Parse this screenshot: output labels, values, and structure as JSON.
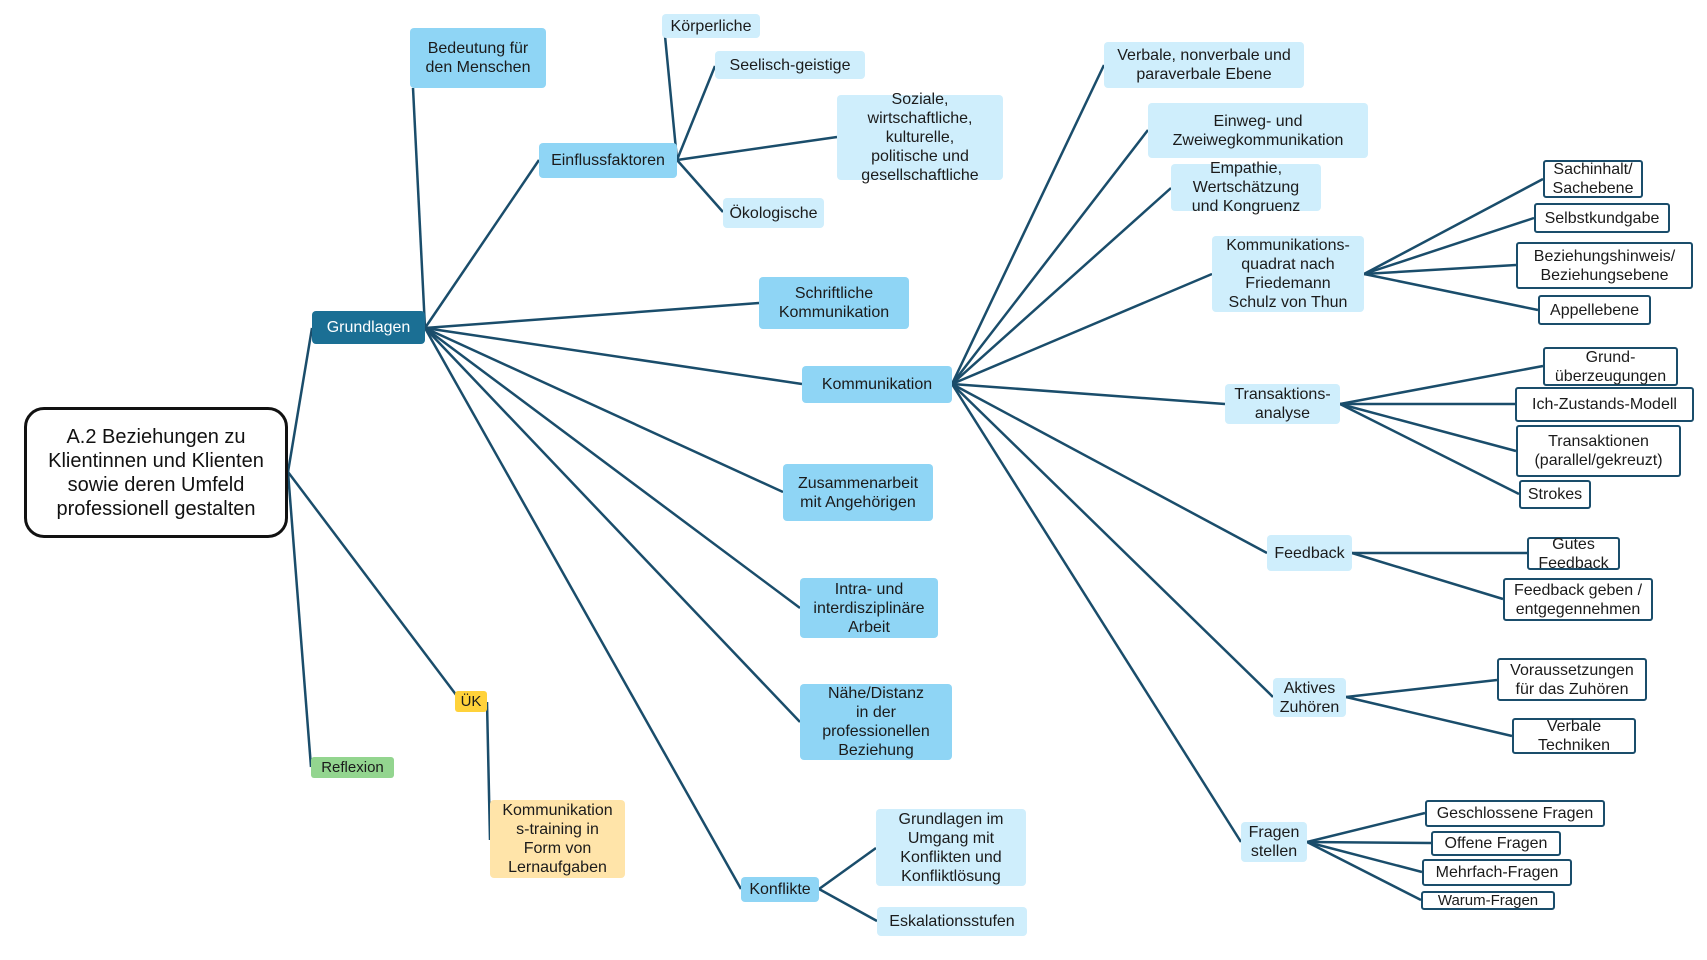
{
  "nodes": {
    "root": "A.2 Beziehungen zu\nKlientinnen und Klienten\nsowie deren Umfeld\nprofessionell gestalten",
    "grundlagen": "Grundlagen",
    "uek": "ÜK",
    "reflexion": "Reflexion",
    "kommtraining": "Kommunikation\ns-training in\nForm von\nLernaufgaben",
    "bedeutung": "Bedeutung für\nden Menschen",
    "einfluss": "Einflussfaktoren",
    "koerperliche": "Körperliche",
    "seelisch": "Seelisch-geistige",
    "soziale": "Soziale,\nwirtschaftliche,\nkulturelle,\npolitische und\ngesellschaftliche",
    "oekologische": "Ökologische",
    "schriftlich": "Schriftliche\nKommunikation",
    "kommunikation": "Kommunikation",
    "zusammenarbeit": "Zusammenarbeit\nmit Angehörigen",
    "intra": "Intra- und\ninterdisziplinäre\nArbeit",
    "naehe": "Nähe/Distanz\nin der\nprofessionellen\nBeziehung",
    "konflikte": "Konflikte",
    "grundkonflikt": "Grundlagen im\nUmgang mit\nKonflikten und\nKonfliktlösung",
    "eskalation": "Eskalationsstufen",
    "verbale": "Verbale, nonverbale und\nparaverbale  Ebene",
    "einweg": "Einweg- und\nZweiwegkommunikation",
    "empathie": "Empathie,\nWertschätzung\nund Kongruenz",
    "quadrat": "Kommunikations-\nquadrat  nach\nFriedemann\nSchulz von Thun",
    "transaktion": "Transaktions-\nanalyse",
    "feedback": "Feedback",
    "aktives": "Aktives\nZuhören",
    "fragen": "Fragen\nstellen",
    "sachinhalt": "Sachinhalt/\nSachebene",
    "selbst": "Selbstkundgabe",
    "beziehung": "Beziehungshinweis/\nBeziehungsebene",
    "appell": "Appellebene",
    "grundueb": "Grund-\nüberzeugungen",
    "ichzustand": "Ich-Zustands-Modell",
    "transaktionen": "Transaktionen\n(parallel/gekreuzt)",
    "strokes": "Strokes",
    "gutes": "Gutes\nFeedback",
    "fbgeben": "Feedback geben /\nentgegennehmen",
    "voraus": "Voraussetzungen\nfür das Zuhören",
    "verbtech": "Verbale\nTechniken",
    "geschlossen": "Geschlossene Fragen",
    "offen": "Offene Fragen",
    "mehrfach": "Mehrfach-Fragen",
    "warum": "Warum-Fragen"
  },
  "colors": {
    "line": "#1a4d6b"
  }
}
